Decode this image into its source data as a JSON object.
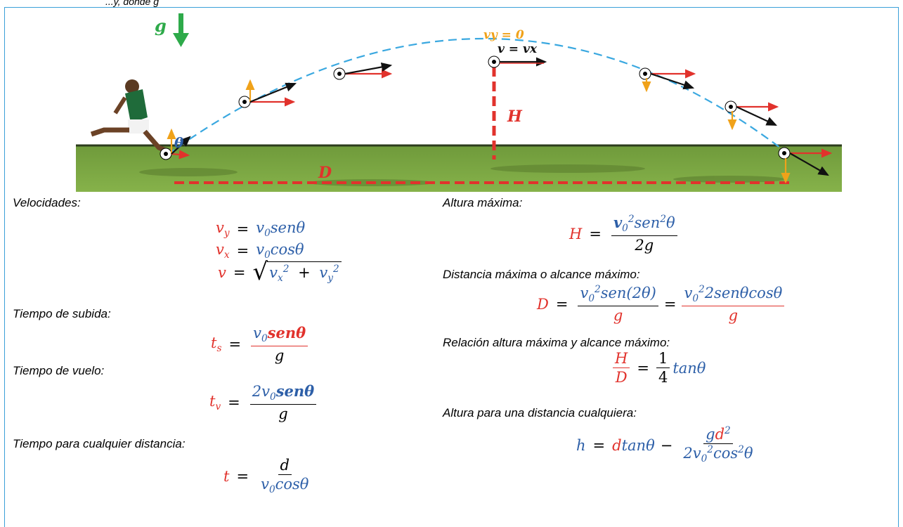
{
  "diagram": {
    "g_label": "g",
    "theta_label": "θ",
    "H_label": "H",
    "D_label": "D",
    "vy0_label": "vy = 0",
    "v_eq_vx_label": "v = vx"
  },
  "velocidades": {
    "label": "Velocidades:",
    "vy_lhs": "v",
    "vy_lhs_sub": "y",
    "vy_rhs": "v",
    "vy_rhs_sub": "0",
    "vy_rhs_tail": "senθ",
    "vx_lhs": "v",
    "vx_lhs_sub": "x",
    "vx_rhs": "v",
    "vx_rhs_sub": "0",
    "vx_rhs_tail": "cosθ",
    "v_lhs": "v",
    "v_a": "v",
    "v_a_sub": "x",
    "v_a_sup": "2",
    "plus": "+",
    "v_b": "v",
    "v_b_sub": "y",
    "v_b_sup": "2"
  },
  "subida": {
    "label": "Tiempo de subida:",
    "lhs": "t",
    "lhs_sub": "s",
    "num_v": "v",
    "num_sub": "0",
    "num_tail": "senθ",
    "den": "g"
  },
  "vuelo": {
    "label": "Tiempo de vuelo:",
    "lhs": "t",
    "lhs_sub": "v",
    "num_pre": "2v",
    "num_sub": "0",
    "num_tail": "senθ",
    "den": "g"
  },
  "cualquier": {
    "label": "Tiempo para cualquier distancia:",
    "lhs": "t",
    "num": "d",
    "den_v": "v",
    "den_sub": "0",
    "den_tail": "cosθ"
  },
  "altura": {
    "label": "Altura máxima:",
    "lhs": "H",
    "num_v": "v",
    "num_sub": "0",
    "num_sup": "2",
    "num_tail": "sen",
    "num_sup2": "2",
    "num_theta": "θ",
    "den": "2g"
  },
  "distancia": {
    "label": "Distancia máxima o alcance máximo:",
    "lhs": "D",
    "f1_num_v": "v",
    "f1_num_sub": "0",
    "f1_num_sup": "2",
    "f1_num_tail": "sen(2θ)",
    "f1_den": "g",
    "f2_num_v": "v",
    "f2_num_sub": "0",
    "f2_num_sup": "2",
    "f2_num_tail": "2senθcosθ",
    "f2_den": "g"
  },
  "relacion": {
    "label": "Relación altura máxima y alcance máximo:",
    "frac_num": "H",
    "frac_den": "D",
    "k_num": "1",
    "k_den": "4",
    "tail": "tanθ"
  },
  "altura_cualquiera": {
    "label": "Altura para una distancia cualquiera:",
    "lhs": "h",
    "d": "d",
    "tan": "tanθ",
    "minus": "−",
    "num_g": "g",
    "num_d": "d",
    "num_sup": "2",
    "den_pre": "2v",
    "den_sub": "0",
    "den_sup": "2",
    "den_cos": "cos",
    "den_sup2": "2",
    "den_theta": "θ"
  },
  "top_fragment": "...y, donde g"
}
